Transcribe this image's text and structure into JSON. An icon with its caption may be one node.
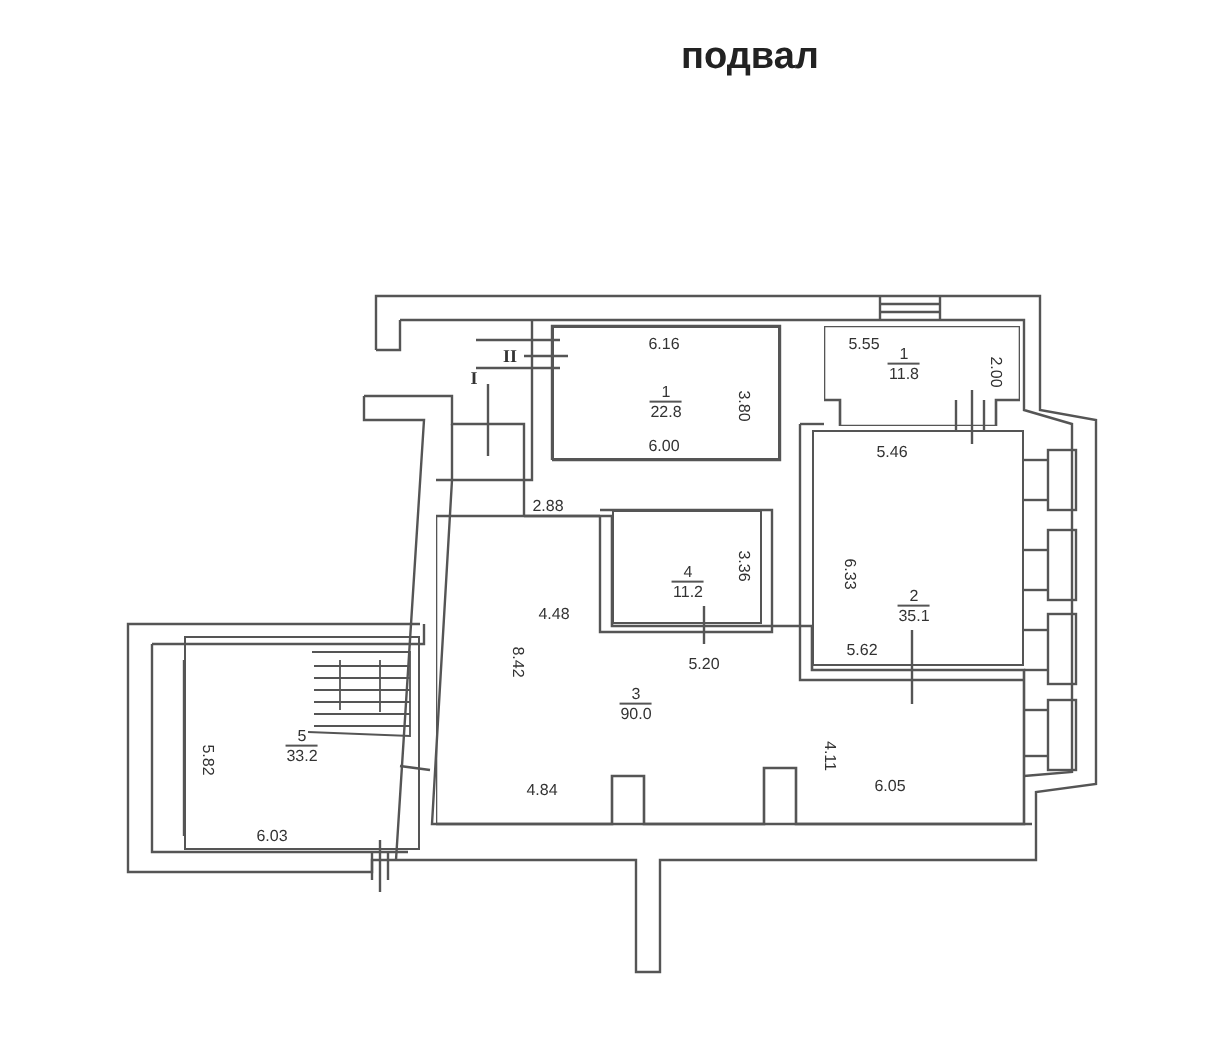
{
  "diagram": {
    "title": "подвал",
    "nodes": [
      {
        "text": [
          "1",
          "22.8"
        ]
      },
      {
        "text": [
          "1",
          "11.8"
        ]
      },
      {
        "text": [
          "2",
          "35.1"
        ]
      },
      {
        "text": [
          "4",
          "11.2"
        ]
      },
      {
        "text": [
          "3",
          "90.0"
        ]
      },
      {
        "text": [
          "5",
          "33.2"
        ]
      }
    ],
    "labels": [
      "II",
      "I",
      "6.16",
      "3.80",
      "6.00",
      "5.55",
      "2.00",
      "5.46",
      "2.88",
      "3.36",
      "6.33",
      "4.48",
      "8.42",
      "5.20",
      "5.62",
      "5.82",
      "4.11",
      "4.84",
      "6.05",
      "6.03"
    ]
  }
}
